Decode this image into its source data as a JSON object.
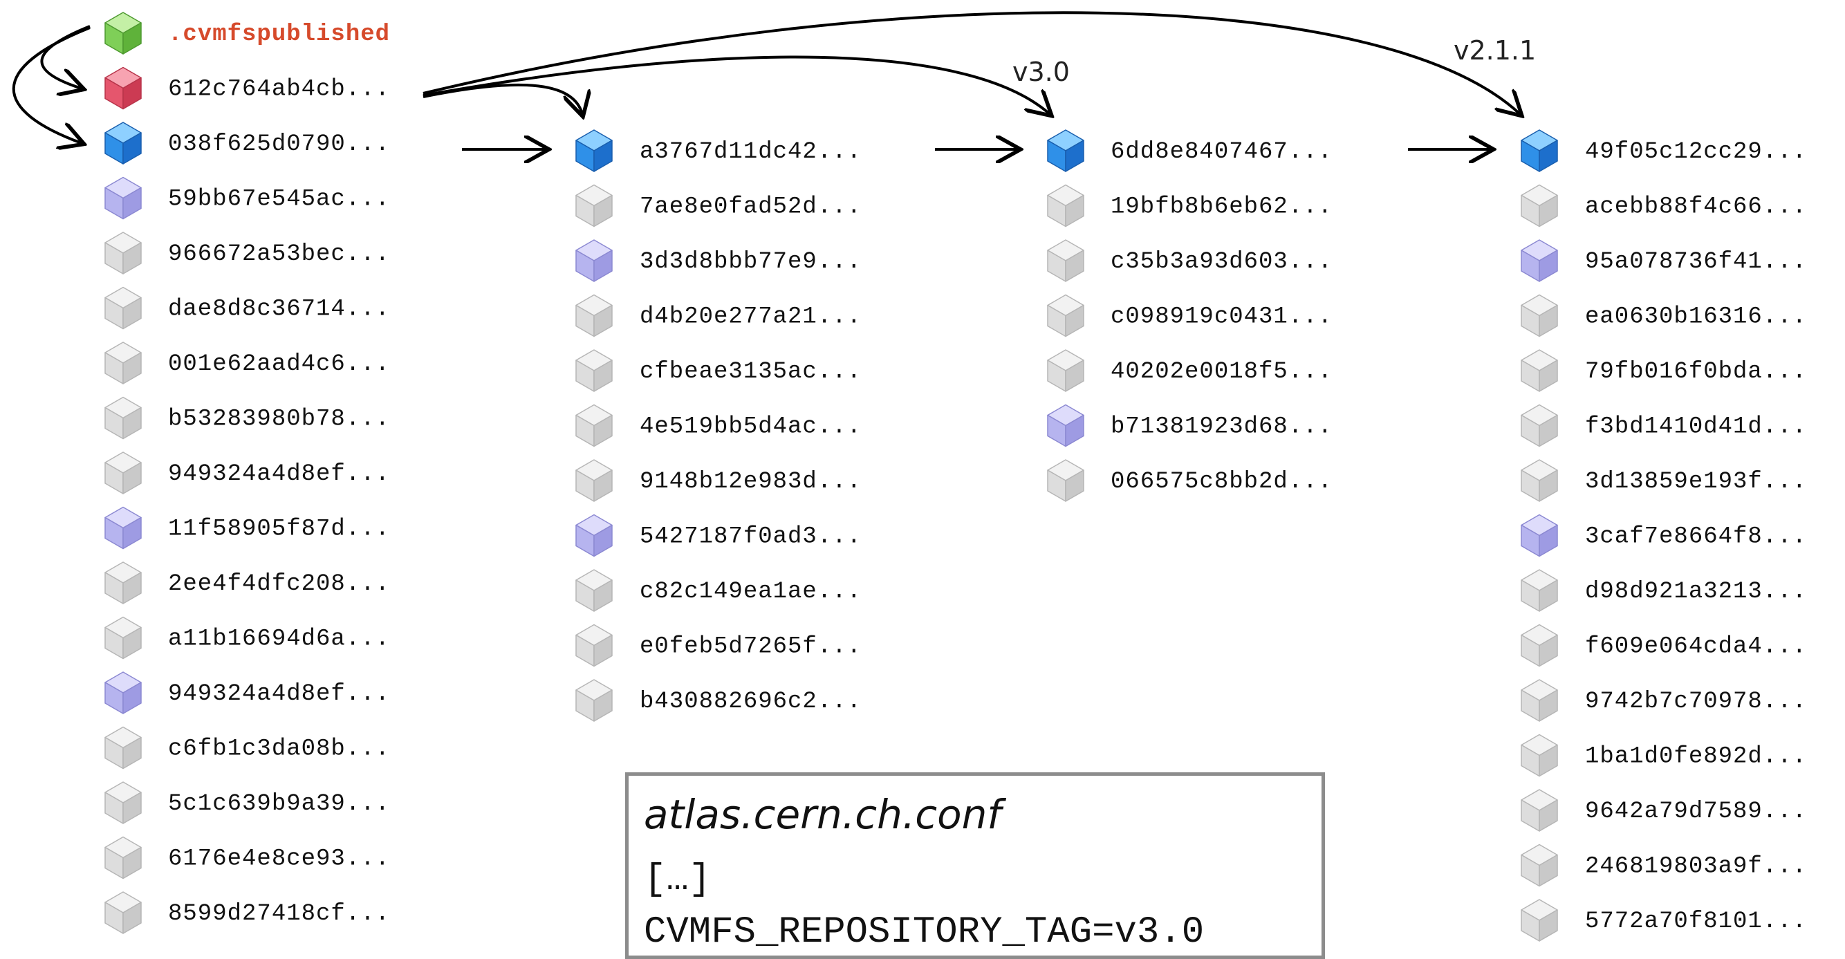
{
  "colors": {
    "special_text": "#d64a2b",
    "cube_green": "#8fd16a",
    "cube_red": "#e8546a",
    "cube_blue": "#2e8fe6",
    "cube_lavender": "#b2b2ee",
    "cube_gray": "#dcdcdc"
  },
  "icons": {
    "cube": "cube-icon",
    "arrow": "arrow-icon"
  },
  "columns": [
    {
      "items": [
        {
          "label": ".cvmfspublished",
          "cube": "green",
          "special": true
        },
        {
          "label": "612c764ab4cb...",
          "cube": "red"
        },
        {
          "label": "038f625d0790...",
          "cube": "blue"
        },
        {
          "label": "59bb67e545ac...",
          "cube": "lavender"
        },
        {
          "label": "966672a53bec...",
          "cube": "gray"
        },
        {
          "label": "dae8d8c36714...",
          "cube": "gray"
        },
        {
          "label": "001e62aad4c6...",
          "cube": "gray"
        },
        {
          "label": "b53283980b78...",
          "cube": "gray"
        },
        {
          "label": "949324a4d8ef...",
          "cube": "gray"
        },
        {
          "label": "11f58905f87d...",
          "cube": "lavender"
        },
        {
          "label": "2ee4f4dfc208...",
          "cube": "gray"
        },
        {
          "label": "a11b16694d6a...",
          "cube": "gray"
        },
        {
          "label": "949324a4d8ef...",
          "cube": "lavender"
        },
        {
          "label": "c6fb1c3da08b...",
          "cube": "gray"
        },
        {
          "label": "5c1c639b9a39...",
          "cube": "gray"
        },
        {
          "label": "6176e4e8ce93...",
          "cube": "gray"
        },
        {
          "label": "8599d27418cf...",
          "cube": "gray"
        }
      ]
    },
    {
      "items": [
        {
          "label": "a3767d11dc42...",
          "cube": "blue"
        },
        {
          "label": "7ae8e0fad52d...",
          "cube": "gray"
        },
        {
          "label": "3d3d8bbb77e9...",
          "cube": "lavender"
        },
        {
          "label": "d4b20e277a21...",
          "cube": "gray"
        },
        {
          "label": "cfbeae3135ac...",
          "cube": "gray"
        },
        {
          "label": "4e519bb5d4ac...",
          "cube": "gray"
        },
        {
          "label": "9148b12e983d...",
          "cube": "gray"
        },
        {
          "label": "5427187f0ad3...",
          "cube": "lavender"
        },
        {
          "label": "c82c149ea1ae...",
          "cube": "gray"
        },
        {
          "label": "e0feb5d7265f...",
          "cube": "gray"
        },
        {
          "label": "b430882696c2...",
          "cube": "gray"
        }
      ]
    },
    {
      "items": [
        {
          "label": "6dd8e8407467...",
          "cube": "blue"
        },
        {
          "label": "19bfb8b6eb62...",
          "cube": "gray"
        },
        {
          "label": "c35b3a93d603...",
          "cube": "gray"
        },
        {
          "label": "c098919c0431...",
          "cube": "gray"
        },
        {
          "label": "40202e0018f5...",
          "cube": "gray"
        },
        {
          "label": "b71381923d68...",
          "cube": "lavender"
        },
        {
          "label": "066575c8bb2d...",
          "cube": "gray"
        }
      ]
    },
    {
      "items": [
        {
          "label": "49f05c12cc29...",
          "cube": "blue"
        },
        {
          "label": "acebb88f4c66...",
          "cube": "gray"
        },
        {
          "label": "95a078736f41...",
          "cube": "lavender"
        },
        {
          "label": "ea0630b16316...",
          "cube": "gray"
        },
        {
          "label": "79fb016f0bda...",
          "cube": "gray"
        },
        {
          "label": "f3bd1410d41d...",
          "cube": "gray"
        },
        {
          "label": "3d13859e193f...",
          "cube": "gray"
        },
        {
          "label": "3caf7e8664f8...",
          "cube": "lavender"
        },
        {
          "label": "d98d921a3213...",
          "cube": "gray"
        },
        {
          "label": "f609e064cda4...",
          "cube": "gray"
        },
        {
          "label": "9742b7c70978...",
          "cube": "gray"
        },
        {
          "label": "1ba1d0fe892d...",
          "cube": "gray"
        },
        {
          "label": "9642a79d7589...",
          "cube": "gray"
        },
        {
          "label": "246819803a9f...",
          "cube": "gray"
        },
        {
          "label": "5772a70f8101...",
          "cube": "gray"
        }
      ]
    }
  ],
  "tags": {
    "v30": "v3.0",
    "v211": "v2.1.1"
  },
  "config": {
    "filename": "atlas.cern.ch.conf",
    "ellipsis": "[…]",
    "setting": "CVMFS_REPOSITORY_TAG=v3.0"
  }
}
